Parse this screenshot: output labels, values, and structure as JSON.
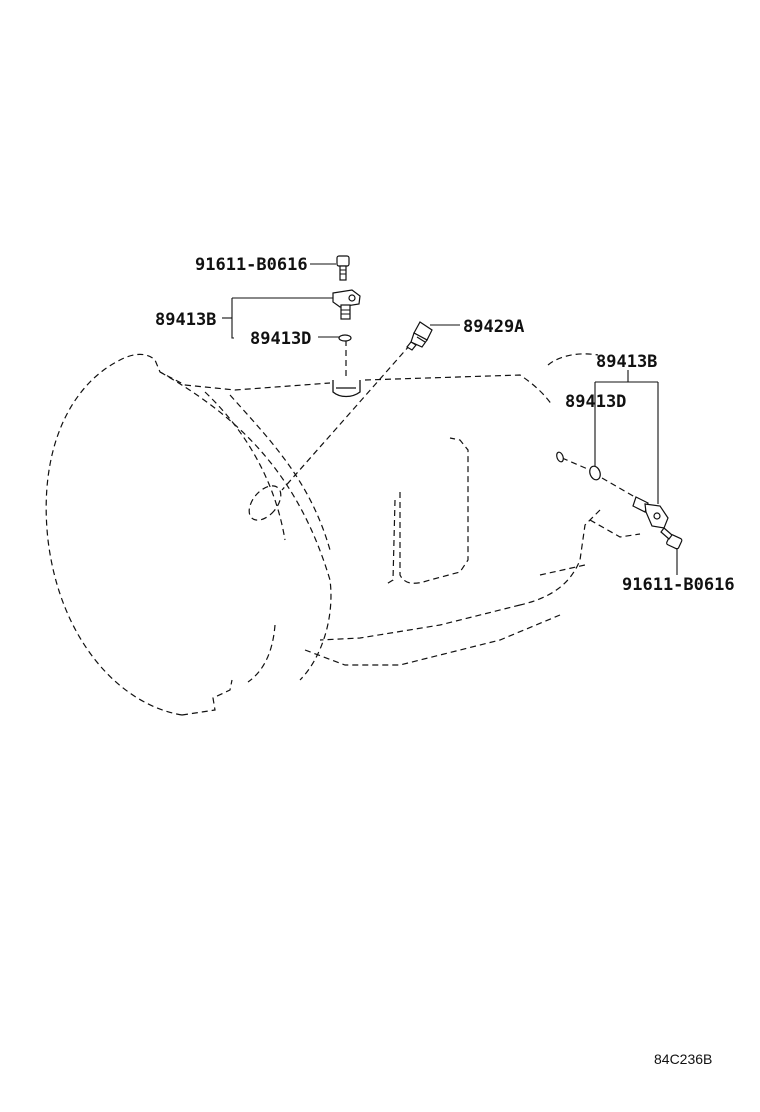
{
  "diagram": {
    "labels": {
      "bolt_top": "91611-B0616",
      "sensor_top": "89413B",
      "oring_top": "89413D",
      "switch": "89429A",
      "sensor_right": "89413B",
      "oring_right": "89413D",
      "bolt_right": "91611-B0616"
    },
    "ref_code": "84C236B",
    "colors": {
      "line": "#111111",
      "background": "#ffffff"
    }
  }
}
